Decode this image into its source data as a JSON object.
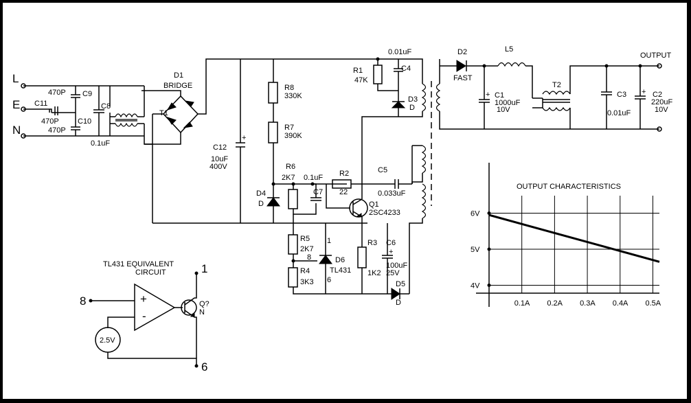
{
  "labels": {
    "input_l": "L",
    "input_e": "E",
    "input_n": "N",
    "c9_value": "470P",
    "c9": "C9",
    "c11": "C11",
    "c11_value": "470P",
    "c10_value": "470P",
    "c10": "C10",
    "c8": "C8",
    "c8_value": "0.1uF",
    "t1": "T1",
    "d1": "D1",
    "d1_type": "BRIDGE",
    "c12": "C12",
    "c12_value": "10uF",
    "c12_voltage": "400V",
    "r8": "R8",
    "r8_value": "330K",
    "r7": "R7",
    "r7_value": "390K",
    "r6": "R6",
    "r6_value": "2K7",
    "c7_value": "0.1uF",
    "c7": "C7",
    "r2": "R2",
    "r2_value": "22",
    "c5": "C5",
    "c5_value": "0.033uF",
    "q1": "Q1",
    "q1_type": "2SC4233",
    "d4": "D4",
    "d4_type": "D",
    "r1": "R1",
    "r1_value": "47K",
    "c4_value": "0.01uF",
    "c4": "C4",
    "d3": "D3",
    "d3_type": "D",
    "r5": "R5",
    "r5_value": "2K7",
    "r4": "R4",
    "r4_value": "3K3",
    "d6": "D6",
    "d6_type": "TL431",
    "pin1": "1",
    "pin8": "8",
    "pin6": "6",
    "r3": "R3",
    "r3_value": "1K2",
    "c6": "C6",
    "c6_value": "100uF",
    "c6_voltage": "25V",
    "d5": "D5",
    "d5_type": "D",
    "d2": "D2",
    "d2_type": "FAST",
    "l5": "L5",
    "c1": "C1",
    "c1_value": "1000uF",
    "c1_voltage": "10V",
    "t2": "T2",
    "c3": "C3",
    "c3_value": "0.01uF",
    "c2": "C2",
    "c2_value": "220uF",
    "c2_voltage": "10V",
    "output": "OUTPUT",
    "tl431_title_1": "TL431 EQUIVALENT",
    "tl431_title_2": "CIRCUIT",
    "ref_source": "2.5V",
    "opamp_plus": "+",
    "opamp_minus": "-",
    "eq_q": "Q?",
    "eq_n": "N",
    "eq_pin1": "1",
    "eq_pin8": "8",
    "eq_pin6": "6"
  },
  "chart_data": {
    "type": "line",
    "title": "OUTPUT CHARACTERISTICS",
    "xlabel": "",
    "ylabel": "",
    "x_ticks": [
      "0.1A",
      "0.2A",
      "0.3A",
      "0.4A",
      "0.5A"
    ],
    "x_tick_values": [
      0.1,
      0.2,
      0.3,
      0.4,
      0.5
    ],
    "y_ticks": [
      "4V",
      "5V",
      "6V"
    ],
    "y_tick_values": [
      4,
      5,
      6
    ],
    "xlim": [
      0,
      0.52
    ],
    "ylim": [
      3.4,
      7.4
    ],
    "grid": true,
    "series": [
      {
        "x": [
          0,
          0.52
        ],
        "y": [
          5.95,
          4.65
        ]
      }
    ]
  }
}
